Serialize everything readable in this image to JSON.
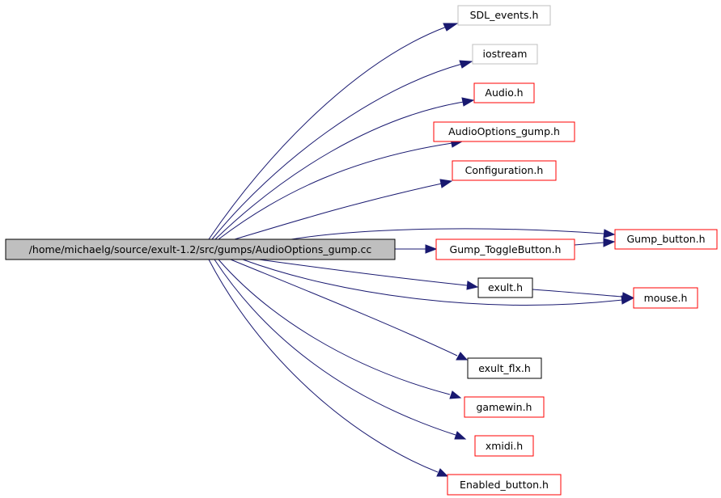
{
  "colors": {
    "edge": "#191970",
    "border_missing": "#bfbfbf",
    "border_documented": "#ff0000",
    "border_plain": "#000000",
    "root_fill": "#bfbfbf",
    "node_fill": "#ffffff"
  },
  "nodes": {
    "root": {
      "label": "/home/michaelg/source/exult-1.2/src/gumps/AudioOptions_gump.cc",
      "style": "root"
    },
    "sdl_events": {
      "label": "SDL_events.h",
      "style": "missing"
    },
    "iostream": {
      "label": "iostream",
      "style": "missing"
    },
    "audio": {
      "label": "Audio.h",
      "style": "documented"
    },
    "audiooptions": {
      "label": "AudioOptions_gump.h",
      "style": "documented"
    },
    "configuration": {
      "label": "Configuration.h",
      "style": "documented"
    },
    "gump_button": {
      "label": "Gump_button.h",
      "style": "documented"
    },
    "gump_toggle": {
      "label": "Gump_ToggleButton.h",
      "style": "documented"
    },
    "exult": {
      "label": "exult.h",
      "style": "plain"
    },
    "mouse": {
      "label": "mouse.h",
      "style": "documented"
    },
    "exult_flx": {
      "label": "exult_flx.h",
      "style": "plain"
    },
    "gamewin": {
      "label": "gamewin.h",
      "style": "documented"
    },
    "xmidi": {
      "label": "xmidi.h",
      "style": "documented"
    },
    "enabled_button": {
      "label": "Enabled_button.h",
      "style": "documented"
    }
  },
  "edges": [
    {
      "from": "root",
      "to": "sdl_events"
    },
    {
      "from": "root",
      "to": "iostream"
    },
    {
      "from": "root",
      "to": "audio"
    },
    {
      "from": "root",
      "to": "audiooptions"
    },
    {
      "from": "root",
      "to": "configuration"
    },
    {
      "from": "root",
      "to": "gump_button"
    },
    {
      "from": "root",
      "to": "gump_toggle"
    },
    {
      "from": "gump_toggle",
      "to": "gump_button"
    },
    {
      "from": "root",
      "to": "exult"
    },
    {
      "from": "root",
      "to": "mouse"
    },
    {
      "from": "exult",
      "to": "mouse"
    },
    {
      "from": "root",
      "to": "exult_flx"
    },
    {
      "from": "root",
      "to": "gamewin"
    },
    {
      "from": "root",
      "to": "xmidi"
    },
    {
      "from": "root",
      "to": "enabled_button"
    }
  ]
}
